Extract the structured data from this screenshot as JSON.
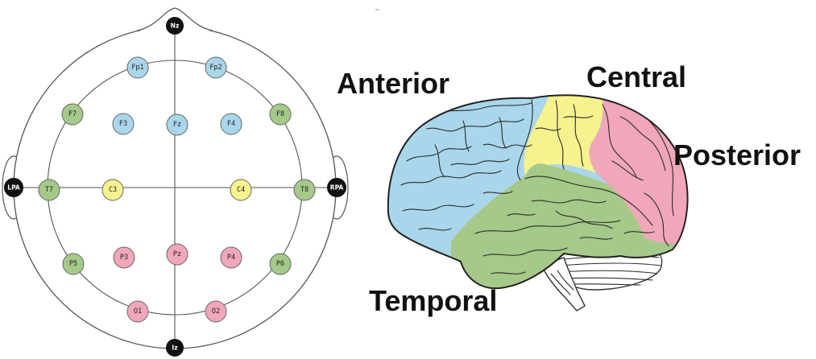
{
  "colors": {
    "frontal": "#a9d6ea",
    "central": "#f6f28d",
    "temporal": "#a6c98a",
    "posterior": "#f0a7b9",
    "fiducial": "#111111"
  },
  "eeg_map": {
    "fiducials": {
      "nz": "Nz",
      "iz": "Iz",
      "lpa": "LPA",
      "rpa": "RPA"
    },
    "electrodes": {
      "fp1": {
        "label": "Fp1",
        "group": "frontal"
      },
      "fp2": {
        "label": "Fp2",
        "group": "frontal"
      },
      "f7": {
        "label": "F7",
        "group": "temporal"
      },
      "f3": {
        "label": "F3",
        "group": "frontal"
      },
      "fz": {
        "label": "Fz",
        "group": "frontal"
      },
      "f4": {
        "label": "F4",
        "group": "frontal"
      },
      "f8": {
        "label": "F8",
        "group": "temporal"
      },
      "t7": {
        "label": "T7",
        "group": "temporal"
      },
      "c3": {
        "label": "C3",
        "group": "central"
      },
      "c4": {
        "label": "C4",
        "group": "central"
      },
      "t8": {
        "label": "T8",
        "group": "temporal"
      },
      "p5": {
        "label": "P5",
        "group": "temporal"
      },
      "p3": {
        "label": "P3",
        "group": "posterior"
      },
      "pz": {
        "label": "Pz",
        "group": "posterior"
      },
      "p4": {
        "label": "P4",
        "group": "posterior"
      },
      "p6": {
        "label": "P6",
        "group": "temporal"
      },
      "o1": {
        "label": "O1",
        "group": "posterior"
      },
      "o2": {
        "label": "O2",
        "group": "posterior"
      }
    }
  },
  "brain": {
    "labels": {
      "anterior": "Anterior",
      "central": "Central",
      "posterior": "Posterior",
      "temporal": "Temporal"
    }
  }
}
